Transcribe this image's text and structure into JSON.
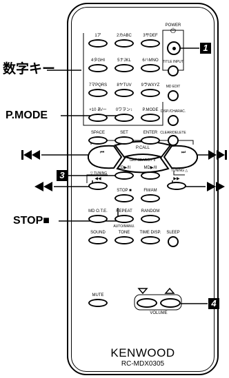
{
  "callouts": {
    "numeric_keys": "数字キー",
    "pmode": "P.MODE",
    "stop": "STOP■",
    "badge_1": "1",
    "badge_3": "3",
    "badge_4": "4"
  },
  "remote": {
    "power": "POWER",
    "num_1": "1ア",
    "num_2": "2カABC",
    "num_3": "3サDEF",
    "num_4": "4タGHI",
    "num_5": "5ナJKL",
    "num_6": "6ハMNO",
    "num_7": "7マPQRS",
    "num_8": "8ヤTUV",
    "num_9": "9ラWXYZ",
    "num_plus10": "+10 あ/ー",
    "num_0": "0ワヲン↕",
    "title_input": "TITLE INPUT",
    "md_edit": "MD EDIT",
    "pmode_key": "P.MODE",
    "disp_charac": "DISP./CHARAC.",
    "space": "SPACE",
    "set": "SET",
    "enter": "ENTER",
    "clear_delete": "CLEAR/DELETE",
    "pcall": "P.CALL",
    "prev": "⏮",
    "next": "⏭",
    "grp_search": "GRP.SEARCH ⇕",
    "tuning_down": "▽ TUNING",
    "tuning_up": "TUNING △",
    "rew": "◀◀",
    "cd": "CD▶/II",
    "md": "MD▶/II",
    "ff": "▶▶",
    "stop_key": "STOP ■",
    "fm_am": "FM/AM",
    "md_ote": "MD O.T.E.",
    "repeat": "REPEAT",
    "auto_manu": "AUTO/MANU.",
    "random": "RANDOM",
    "sound": "SOUND",
    "tone": "TONE",
    "time_disp": "TIME DISP.",
    "sleep": "SLEEP",
    "mute": "MUTE",
    "volume": "VOLUME",
    "brand": "KENWOOD",
    "model": "RC-MDX0305"
  },
  "side_arrows": {
    "left_upper": "|◀◀",
    "right_upper": "▶▶|",
    "left_lower": "◀◀",
    "right_lower": "▶▶"
  }
}
